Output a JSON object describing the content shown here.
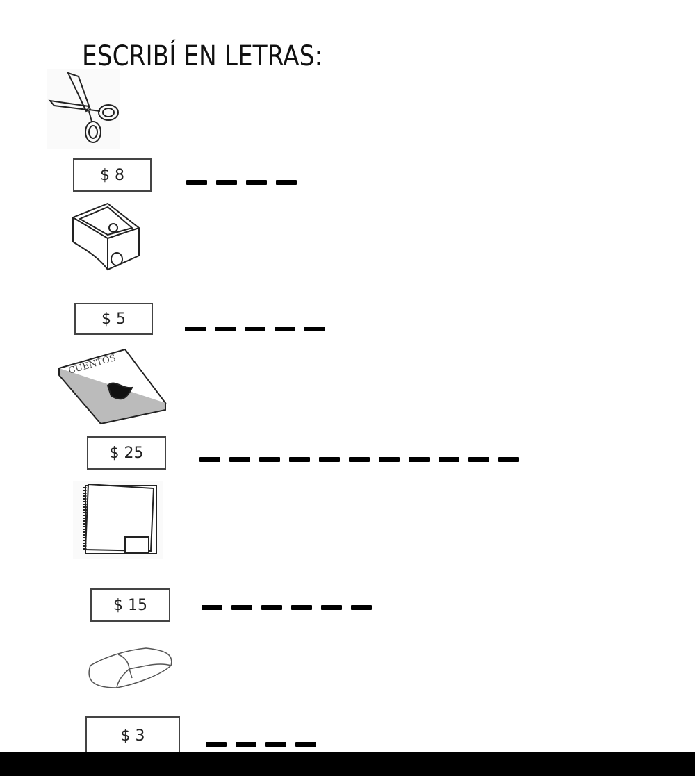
{
  "title": "ESCRIBÍ EN LETRAS:",
  "items": [
    {
      "icon": "scissors-icon",
      "price": "$ 8",
      "blanks": 4
    },
    {
      "icon": "pencil-sharpener-icon",
      "price": "$ 5",
      "blanks": 5
    },
    {
      "icon": "storybook-icon",
      "book_cover_text": "CUENTOS",
      "price": "$ 25",
      "blanks": 11
    },
    {
      "icon": "notebook-icon",
      "price": "$ 15",
      "blanks": 6
    },
    {
      "icon": "eraser-icon",
      "price": "$ 3",
      "blanks": 4
    }
  ]
}
